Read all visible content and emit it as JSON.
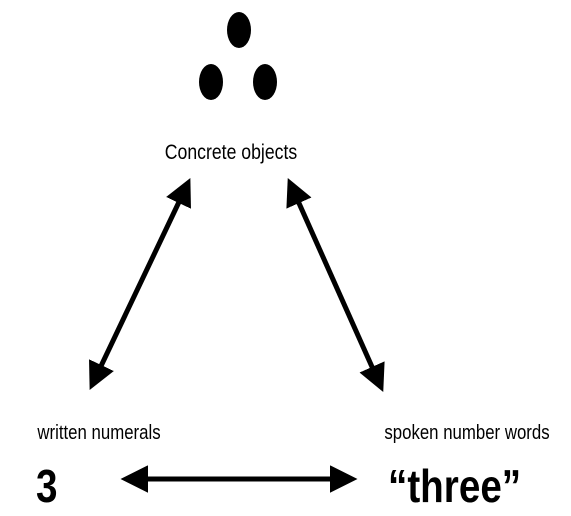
{
  "diagram": {
    "top_label": "Concrete objects",
    "left_label": "written numerals",
    "right_label": "spoken number words",
    "numeral": "3",
    "number_word": "“three”",
    "dot_count": 3,
    "ink_color": "#000000",
    "background_color": "#ffffff"
  }
}
